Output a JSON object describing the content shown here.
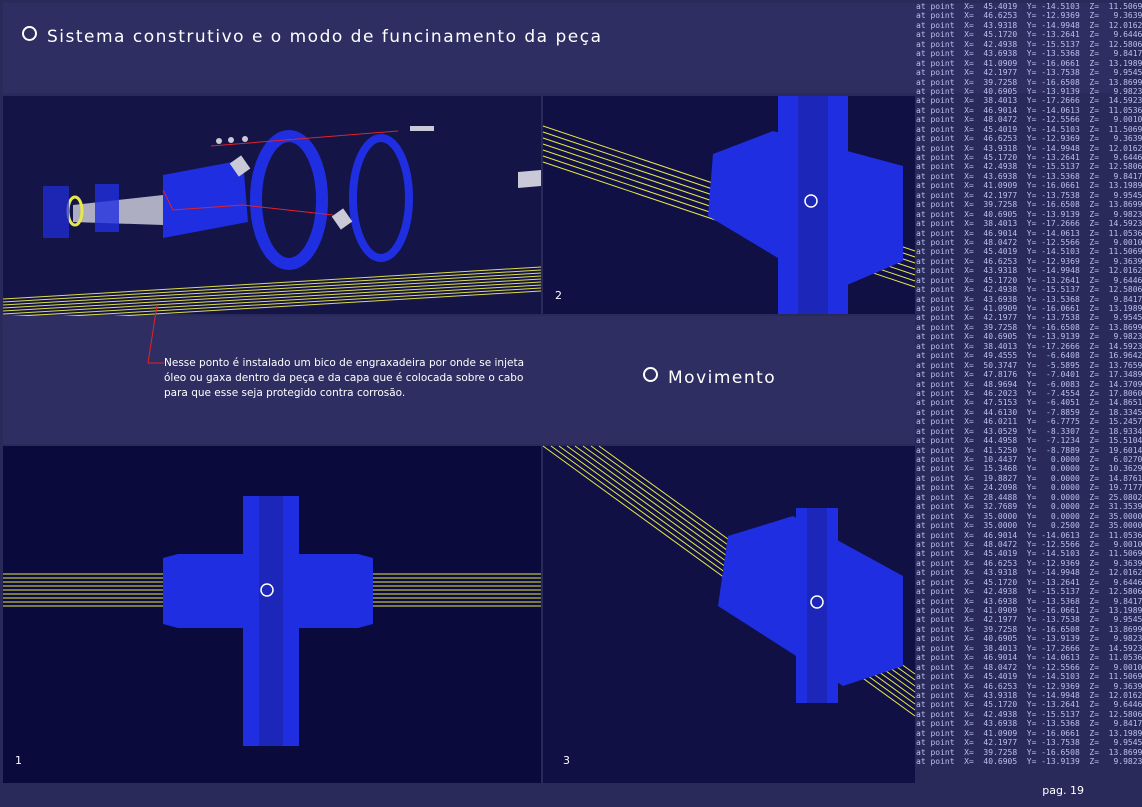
{
  "section_title": "Sistema construtivo e o modo de funcinamento da peça",
  "movement_title": "Movimento",
  "annotation": "Nesse ponto é instalado um bico de engraxadeira por onde se injeta óleo ou gaxa dentro da peça e da capa que é colocada sobre o cabo para que esse seja protegido contra corrosão.",
  "panel_numbers": [
    "1",
    "2",
    "3"
  ],
  "page_label": "pag. 19",
  "coordinate_lines": [
    "at point  X=  45.4019  Y= -14.5103  Z=  11.5069",
    "at point  X=  46.6253  Y= -12.9369  Z=   9.3639",
    "at point  X=  43.9318  Y= -14.9948  Z=  12.0162",
    "at point  X=  45.1720  Y= -13.2641  Z=   9.6446",
    "at point  X=  42.4938  Y= -15.5137  Z=  12.5806",
    "at point  X=  43.6938  Y= -13.5368  Z=   9.8417",
    "at point  X=  41.0909  Y= -16.0661  Z=  13.1989",
    "at point  X=  42.1977  Y= -13.7538  Z=   9.9545",
    "at point  X=  39.7258  Y= -16.6508  Z=  13.8699",
    "at point  X=  40.6905  Y= -13.9139  Z=   9.9823",
    "at point  X=  38.4013  Y= -17.2666  Z=  14.5923",
    "at point  X=  46.9014  Y= -14.0613  Z=  11.0536",
    "at point  X=  48.0472  Y= -12.5566  Z=   9.0010",
    "at point  X=  45.4019  Y= -14.5103  Z=  11.5069",
    "at point  X=  46.6253  Y= -12.9369  Z=   9.3639",
    "at point  X=  43.9318  Y= -14.9948  Z=  12.0162",
    "at point  X=  45.1720  Y= -13.2641  Z=   9.6446",
    "at point  X=  42.4938  Y= -15.5137  Z=  12.5806",
    "at point  X=  43.6938  Y= -13.5368  Z=   9.8417",
    "at point  X=  41.0909  Y= -16.0661  Z=  13.1989",
    "at point  X=  42.1977  Y= -13.7538  Z=   9.9545",
    "at point  X=  39.7258  Y= -16.6508  Z=  13.8699",
    "at point  X=  40.6905  Y= -13.9139  Z=   9.9823",
    "at point  X=  38.4013  Y= -17.2666  Z=  14.5923",
    "at point  X=  46.9014  Y= -14.0613  Z=  11.0536",
    "at point  X=  48.0472  Y= -12.5566  Z=   9.0010",
    "at point  X=  45.4019  Y= -14.5103  Z=  11.5069",
    "at point  X=  46.6253  Y= -12.9369  Z=   9.3639",
    "at point  X=  43.9318  Y= -14.9948  Z=  12.0162",
    "at point  X=  45.1720  Y= -13.2641  Z=   9.6446",
    "at point  X=  42.4938  Y= -15.5137  Z=  12.5806",
    "at point  X=  43.6938  Y= -13.5368  Z=   9.8417",
    "at point  X=  41.0909  Y= -16.0661  Z=  13.1989",
    "at point  X=  42.1977  Y= -13.7538  Z=   9.9545",
    "at point  X=  39.7258  Y= -16.6508  Z=  13.8699",
    "at point  X=  40.6905  Y= -13.9139  Z=   9.9823",
    "at point  X=  38.4013  Y= -17.2666  Z=  14.5923",
    "at point  X=  49.4555  Y=  -6.6408  Z=  16.9642",
    "at point  X=  50.3747  Y=  -5.5895  Z=  13.7659",
    "at point  X=  47.8176  Y=  -7.0401  Z=  17.3489",
    "at point  X=  48.9694  Y=  -6.0083  Z=  14.3709",
    "at point  X=  46.2023  Y=  -7.4554  Z=  17.8060",
    "at point  X=  47.5153  Y=  -6.4051  Z=  14.8651",
    "at point  X=  44.6130  Y=  -7.8859  Z=  18.3345",
    "at point  X=  46.0211  Y=  -6.7775  Z=  15.2457",
    "at point  X=  43.0529  Y=  -8.3307  Z=  18.9334",
    "at point  X=  44.4958  Y=  -7.1234  Z=  15.5104",
    "at point  X=  41.5250  Y=  -8.7889  Z=  19.6014",
    "at point  X=  10.4437  Y=   0.0000  Z=   6.0270",
    "at point  X=  15.3468  Y=   0.0000  Z=  10.3629",
    "at point  X=  19.8827  Y=   0.0000  Z=  14.8761",
    "at point  X=  24.2098  Y=   0.0000  Z=  19.7177",
    "at point  X=  28.4488  Y=   0.0000  Z=  25.0802",
    "at point  X=  32.7689  Y=   0.0000  Z=  31.3539",
    "at point  X=  35.0000  Y=   0.0000  Z=  35.0000",
    "at point  X=  35.0000  Y=   0.2500  Z=  35.0000",
    "at point  X=  46.9014  Y= -14.0613  Z=  11.0536",
    "at point  X=  48.0472  Y= -12.5566  Z=   9.0010",
    "at point  X=  45.4019  Y= -14.5103  Z=  11.5069",
    "at point  X=  46.6253  Y= -12.9369  Z=   9.3639",
    "at point  X=  43.9318  Y= -14.9948  Z=  12.0162",
    "at point  X=  45.1720  Y= -13.2641  Z=   9.6446",
    "at point  X=  42.4938  Y= -15.5137  Z=  12.5806",
    "at point  X=  43.6938  Y= -13.5368  Z=   9.8417",
    "at point  X=  41.0909  Y= -16.0661  Z=  13.1989",
    "at point  X=  42.1977  Y= -13.7538  Z=   9.9545",
    "at point  X=  39.7258  Y= -16.6508  Z=  13.8699",
    "at point  X=  40.6905  Y= -13.9139  Z=   9.9823",
    "at point  X=  38.4013  Y= -17.2666  Z=  14.5923",
    "at point  X=  46.9014  Y= -14.0613  Z=  11.0536",
    "at point  X=  48.0472  Y= -12.5566  Z=   9.0010",
    "at point  X=  45.4019  Y= -14.5103  Z=  11.5069",
    "at point  X=  46.6253  Y= -12.9369  Z=   9.3639",
    "at point  X=  43.9318  Y= -14.9948  Z=  12.0162",
    "at point  X=  45.1720  Y= -13.2641  Z=   9.6446",
    "at point  X=  42.4938  Y= -15.5137  Z=  12.5806",
    "at point  X=  43.6938  Y= -13.5368  Z=   9.8417",
    "at point  X=  41.0909  Y= -16.0661  Z=  13.1989",
    "at point  X=  42.1977  Y= -13.7538  Z=   9.9545",
    "at point  X=  39.7258  Y= -16.6508  Z=  13.8699",
    "at point  X=  40.6905  Y= -13.9139  Z=   9.9823"
  ],
  "colors": {
    "background": "#2a2a5a",
    "viewport": "#101045",
    "cable": "#e8e84a",
    "part": "#1f2ee0",
    "leader": "#e0222a"
  }
}
